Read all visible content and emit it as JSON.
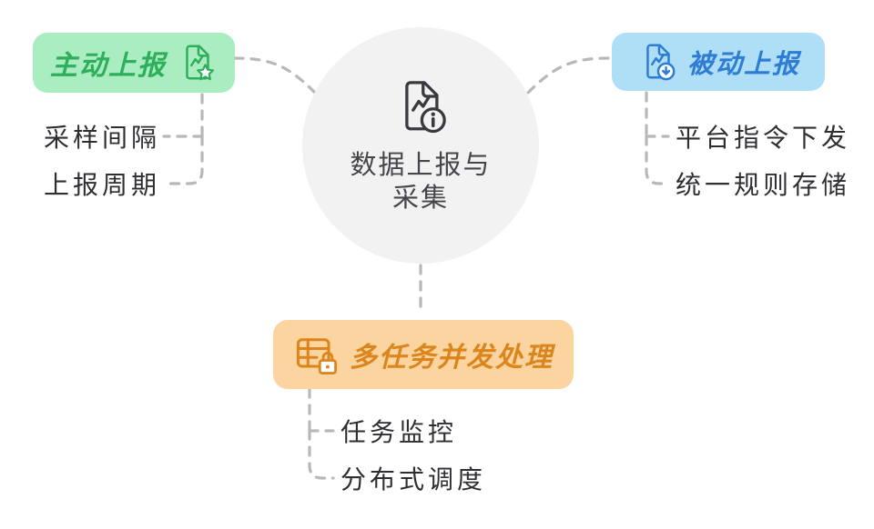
{
  "center": {
    "line1": "数据上报与",
    "line2": "采集"
  },
  "branches": {
    "active": {
      "label": "主动上报",
      "icon": "doc-chart-star-icon",
      "items": [
        "采样间隔",
        "上报周期"
      ]
    },
    "passive": {
      "label": "被动上报",
      "icon": "doc-chart-download-icon",
      "items": [
        "平台指令下发",
        "统一规则存储"
      ]
    },
    "concurrent": {
      "label": "多任务并发处理",
      "icon": "table-lock-icon",
      "items": [
        "任务监控",
        "分布式调度"
      ]
    }
  },
  "colors": {
    "active_text": "#2fae5c",
    "active_bg": "#a9edc0",
    "passive_text": "#2e7cd4",
    "passive_bg": "#aedff7",
    "concurrent_text": "#db851c",
    "concurrent_bg": "#fbd4a0",
    "center_bg": "#f2f2f3",
    "center_text": "#45454b",
    "connector": "#b8b8b8",
    "item_text": "#2f2f33"
  }
}
